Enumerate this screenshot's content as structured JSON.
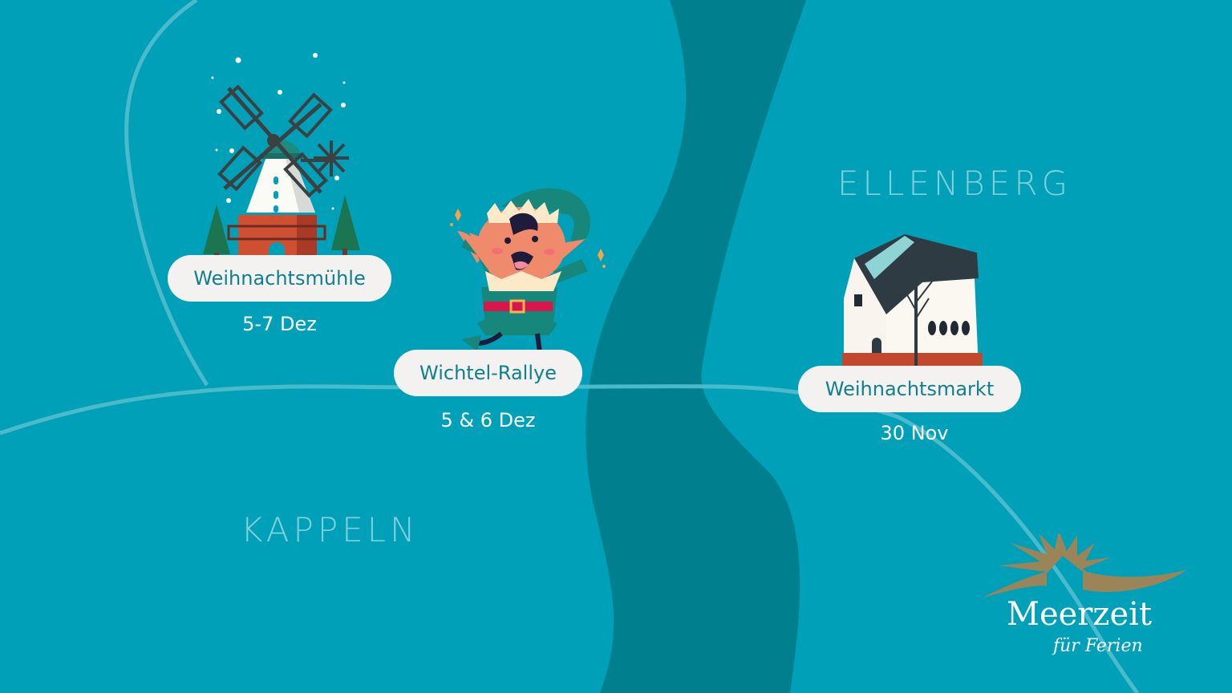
{
  "map": {
    "colors": {
      "land": "#00a1b8",
      "river": "#00808e",
      "road": "#4fbccc",
      "label_bg": "#f4f2f1",
      "label_text": "#10808e",
      "town_text": "#7fd0dc",
      "logo_gold": "#9a8458"
    },
    "towns": [
      {
        "name": "ELLENBERG"
      },
      {
        "name": "KAPPELN"
      }
    ],
    "events": [
      {
        "title": "Weihnachtsmühle",
        "date": "5-7 Dez",
        "icon": "windmill-icon"
      },
      {
        "title": "Wichtel-Rallye",
        "date": "5 & 6 Dez",
        "icon": "elf-icon"
      },
      {
        "title": "Weihnachtsmarkt",
        "date": "30 Nov",
        "icon": "church-icon"
      }
    ]
  },
  "logo": {
    "word": "Meerzeit",
    "tagline": "für Ferien"
  }
}
